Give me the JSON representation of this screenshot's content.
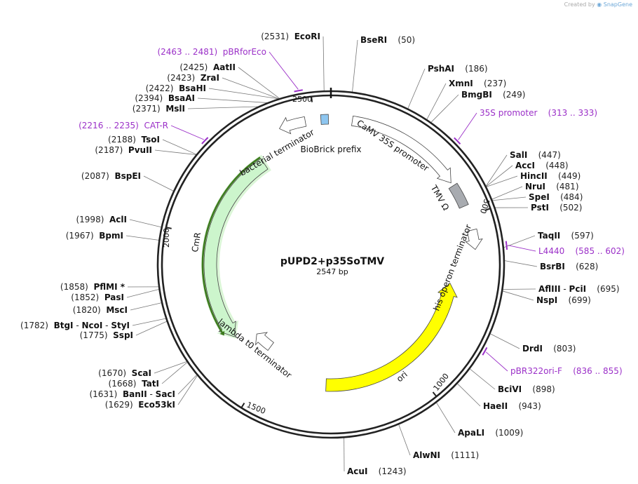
{
  "credit": {
    "text": "Created by",
    "brand": "SnapGene"
  },
  "plasmid": {
    "name": "pUPD2+p35SoTMV",
    "size": "2547 bp",
    "length": 2547
  },
  "ticks": [
    {
      "label": "500",
      "bp": 500
    },
    {
      "label": "1000",
      "bp": 1000
    },
    {
      "label": "1500",
      "bp": 1500
    },
    {
      "label": "2000",
      "bp": 2000
    },
    {
      "label": "2500",
      "bp": 2500
    }
  ],
  "features": [
    {
      "label": "CaMV 35S promoter",
      "type": "promoter",
      "color": "#ffffff",
      "start": 60,
      "end": 395
    },
    {
      "label": "TMV Ω",
      "type": "5UTR",
      "color": "#a8abb0",
      "start": 405,
      "end": 470
    },
    {
      "label": "his operon terminator",
      "type": "terminator",
      "color": "#ffffff",
      "start": 540,
      "end": 595
    },
    {
      "label": "ori",
      "type": "rep_origin",
      "color": "#ffff00",
      "start": 700,
      "end": 1290
    },
    {
      "label": "lambda t0 terminator",
      "type": "terminator",
      "color": "#ffffff",
      "start": 1530,
      "end": 1605
    },
    {
      "label": "CmR",
      "type": "CDS",
      "color": "#ccf5cc",
      "start": 1650,
      "end": 2310
    },
    {
      "label": "bacterial terminator",
      "type": "terminator",
      "color": "#ffffff",
      "start": 2400,
      "end": 2475
    },
    {
      "label": "BioBrick prefix",
      "type": "misc",
      "color": "#8ec6f0",
      "start": 2519,
      "end": 2540
    }
  ],
  "enzymes": [
    {
      "name": "BseRI",
      "pos": "(50)"
    },
    {
      "name": "PshAI",
      "pos": "(186)"
    },
    {
      "name": "XmnI",
      "pos": "(237)"
    },
    {
      "name": "BmgBI",
      "pos": "(249)"
    },
    {
      "name": "SalI",
      "pos": "(447)"
    },
    {
      "name": "AccI",
      "pos": "(448)"
    },
    {
      "name": "HincII",
      "pos": "(449)"
    },
    {
      "name": "NruI",
      "pos": "(481)"
    },
    {
      "name": "SpeI",
      "pos": "(484)"
    },
    {
      "name": "PstI",
      "pos": "(502)"
    },
    {
      "name": "TaqII",
      "pos": "(597)"
    },
    {
      "name": "BsrBI",
      "pos": "(628)"
    },
    {
      "name": "AflIII",
      "name2": "PciI",
      "pos": "(695)"
    },
    {
      "name": "NspI",
      "pos": "(699)"
    },
    {
      "name": "DrdI",
      "pos": "(803)"
    },
    {
      "name": "BciVI",
      "pos": "(898)"
    },
    {
      "name": "HaeII",
      "pos": "(943)"
    },
    {
      "name": "ApaLI",
      "pos": "(1009)"
    },
    {
      "name": "AlwNI",
      "pos": "(1111)"
    },
    {
      "name": "AcuI",
      "pos": "(1243)"
    },
    {
      "name": "Eco53kI",
      "pos": "(1629)"
    },
    {
      "name": "BanII",
      "name2": "SacI",
      "pos": "(1631)"
    },
    {
      "name": "TatI",
      "pos": "(1668)"
    },
    {
      "name": "ScaI",
      "pos": "(1670)"
    },
    {
      "name": "SspI",
      "pos": "(1775)"
    },
    {
      "name": "BtgI",
      "name2": "NcoI",
      "name3": "StyI",
      "pos": "(1782)"
    },
    {
      "name": "MscI",
      "pos": "(1820)"
    },
    {
      "name": "PasI",
      "pos": "(1852)"
    },
    {
      "name": "PflMI *",
      "pos": "(1858)"
    },
    {
      "name": "BpmI",
      "pos": "(1967)"
    },
    {
      "name": "AclI",
      "pos": "(1998)"
    },
    {
      "name": "BspEI",
      "pos": "(2087)"
    },
    {
      "name": "PvuII",
      "pos": "(2187)"
    },
    {
      "name": "TsoI",
      "pos": "(2188)"
    },
    {
      "name": "MslI",
      "pos": "(2371)"
    },
    {
      "name": "BsaAI",
      "pos": "(2394)"
    },
    {
      "name": "BsaHI",
      "pos": "(2422)"
    },
    {
      "name": "ZraI",
      "pos": "(2423)"
    },
    {
      "name": "AatII",
      "pos": "(2425)"
    },
    {
      "name": "EcoRI",
      "pos": "(2531)"
    }
  ],
  "primers": [
    {
      "name": "35S promoter",
      "range": "(313 .. 333)"
    },
    {
      "name": "L4440",
      "range": "(585 .. 602)"
    },
    {
      "name": "pBR322ori-F",
      "range": "(836 .. 855)"
    },
    {
      "name": "CAT-R",
      "range": "(2216 .. 2235)"
    },
    {
      "name": "pBRforEco",
      "range": "(2463 .. 2481)"
    }
  ]
}
